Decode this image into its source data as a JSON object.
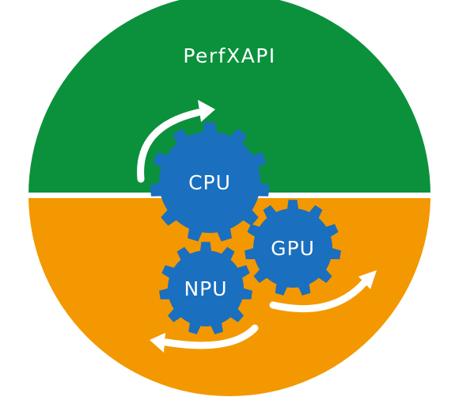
{
  "title": "PerfXAPI",
  "colors": {
    "top_half": "#0b913c",
    "bottom_half": "#f39800",
    "divider": "#ffffff",
    "gear": "#1a6fbf",
    "arrow": "#ffffff",
    "label": "#ffffff"
  },
  "gears": [
    {
      "id": "cpu",
      "label": "CPU",
      "icon": "gear-icon"
    },
    {
      "id": "gpu",
      "label": "GPU",
      "icon": "gear-icon"
    },
    {
      "id": "npu",
      "label": "NPU",
      "icon": "gear-icon"
    }
  ],
  "arrows": [
    {
      "id": "cpu-rotation",
      "icon": "curved-arrow-icon"
    },
    {
      "id": "gpu-rotation",
      "icon": "curved-arrow-icon"
    },
    {
      "id": "npu-rotation",
      "icon": "curved-arrow-icon"
    }
  ]
}
